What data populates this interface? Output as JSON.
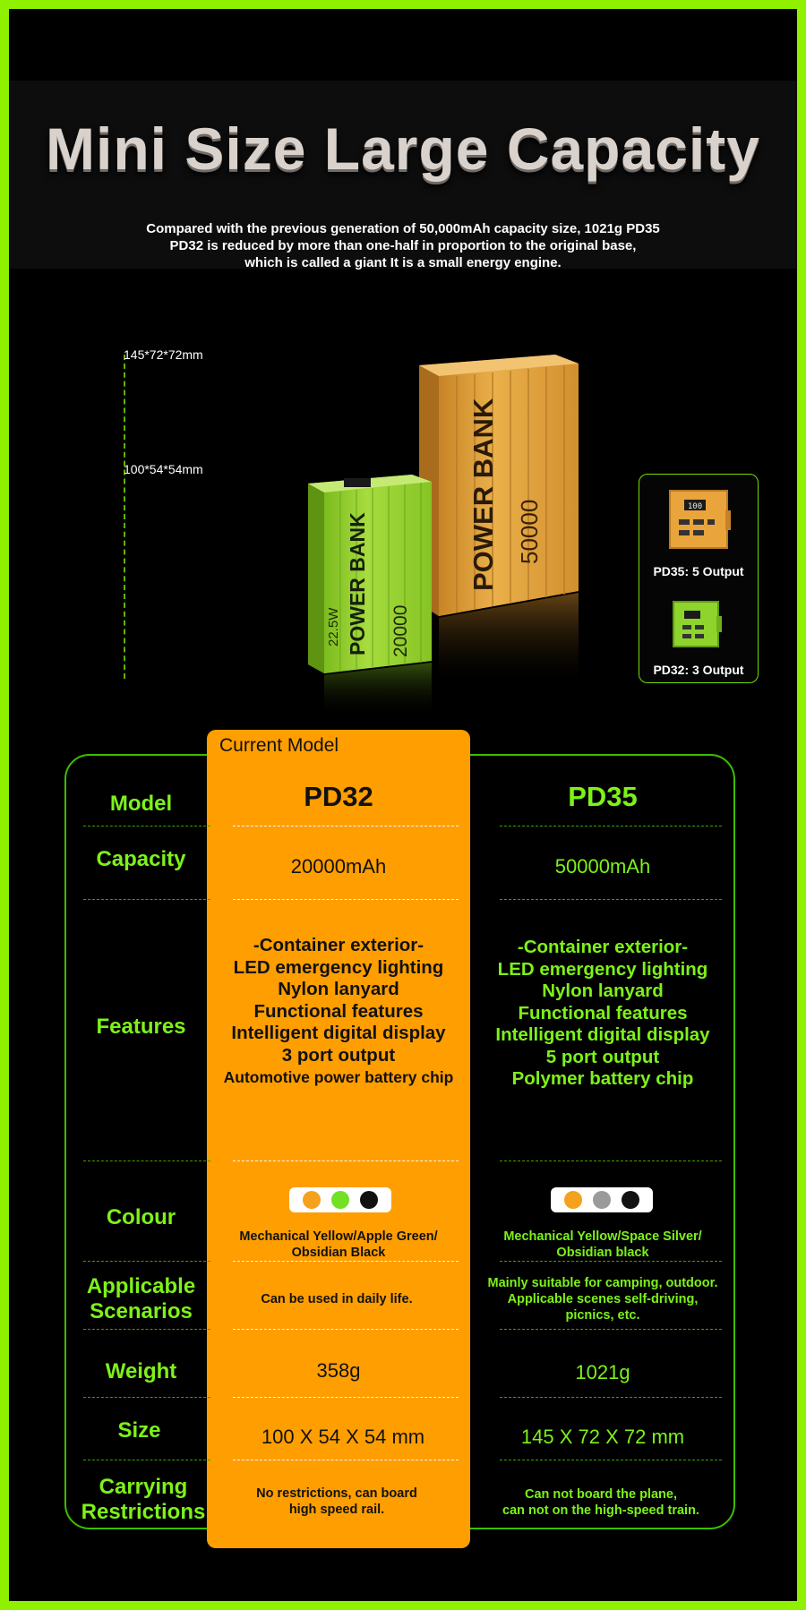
{
  "page": {
    "title": "Mini Size Large Capacity",
    "subtitle_lines": [
      "Compared with the previous generation of 50,000mAh capacity size, 1021g PD35",
      "PD32 is reduced by more than one-half in proportion to the original base,",
      "which is called a giant It is a small energy engine."
    ]
  },
  "dimensions": {
    "large": "145*72*72mm",
    "small": "100*54*54mm"
  },
  "products": {
    "large": {
      "label": "POWER BANK",
      "capacity_mark": "50000",
      "color": "#e3a53b"
    },
    "small": {
      "label": "POWER BANK",
      "capacity_mark": "20000",
      "power_mark": "22.5W",
      "color": "#8fcc2a"
    }
  },
  "inset": {
    "pd35_label": "PD35: 5 Output",
    "pd35_display": "100",
    "pd32_label": "PD32: 3 Output"
  },
  "table": {
    "current_model_label": "Current Model",
    "row_labels": {
      "model": "Model",
      "capacity": "Capacity",
      "features": "Features",
      "colour": "Colour",
      "scenarios_line1": "Applicable",
      "scenarios_line2": "Scenarios",
      "weight": "Weight",
      "size": "Size",
      "restrictions_line1": "Carrying",
      "restrictions_line2": "Restrictions"
    },
    "pd32": {
      "model": "PD32",
      "capacity": "20000mAh",
      "features": [
        "-Container exterior-",
        "LED emergency lighting",
        "Nylon lanyard",
        "Functional features",
        "Intelligent digital display",
        "3 port output",
        "Automotive power battery chip"
      ],
      "colour_dots": [
        "#f4a11e",
        "#72e024",
        "#111111"
      ],
      "colour_lines": [
        "Mechanical Yellow/Apple Green/",
        "Obsidian Black"
      ],
      "scenarios": "Can be used in daily life.",
      "weight": "358g",
      "size": "100 X 54 X 54 mm",
      "restrictions_lines": [
        "No restrictions, can board",
        "high speed rail."
      ]
    },
    "pd35": {
      "model": "PD35",
      "capacity": "50000mAh",
      "features": [
        "-Container exterior-",
        "LED emergency lighting",
        "Nylon lanyard",
        "Functional features",
        "Intelligent digital display",
        "5 port output",
        "Polymer battery chip"
      ],
      "colour_dots": [
        "#f4a11e",
        "#9a9a9a",
        "#111111"
      ],
      "colour_lines": [
        "Mechanical Yellow/Space Silver/",
        "Obsidian black"
      ],
      "scenarios_lines": [
        "Mainly suitable for camping, outdoor.",
        "Applicable scenes self-driving,",
        "picnics, etc."
      ],
      "weight": "1021g",
      "size": "145 X 72 X 72 mm",
      "restrictions_lines": [
        "Can not board the plane,",
        "can not on the high-speed train."
      ]
    }
  },
  "colors": {
    "border_green": "#8ff000",
    "accent_green": "#7df218",
    "orange": "#ff9e00",
    "background": "#000000"
  }
}
